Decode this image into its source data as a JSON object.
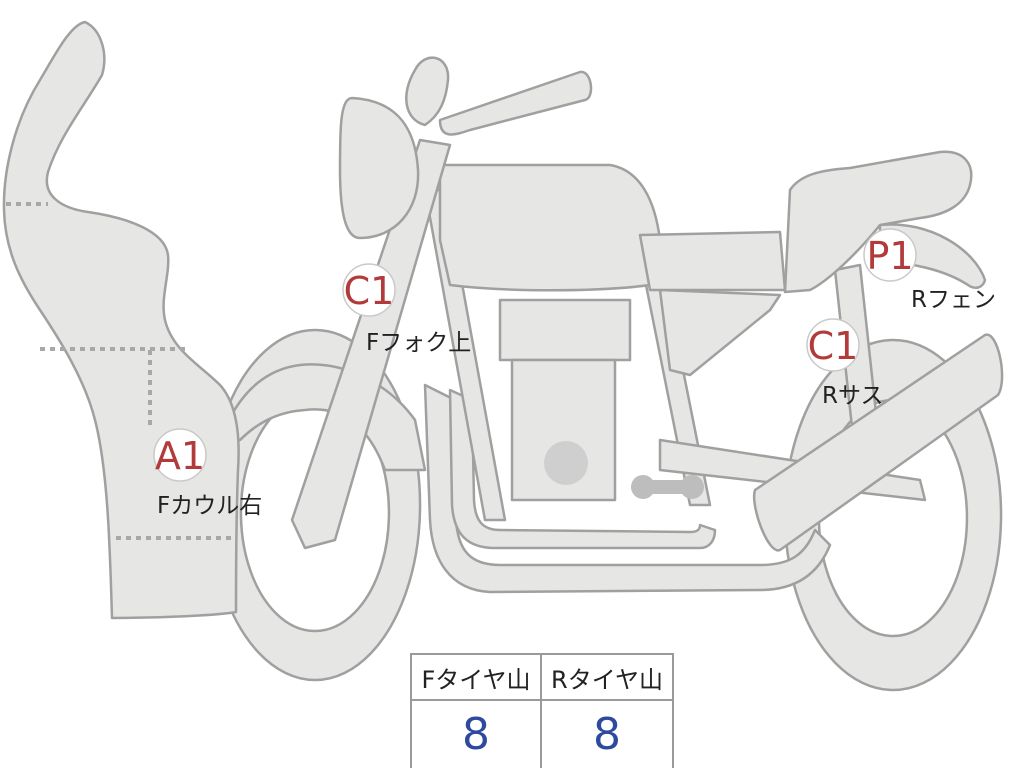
{
  "markers": [
    {
      "id": "front-cowl-right",
      "code": "A1",
      "label": "Fカウル右"
    },
    {
      "id": "front-fork-upper",
      "code": "C1",
      "label": "Fフォク上"
    },
    {
      "id": "rear-suspension",
      "code": "C1",
      "label": "Rサス"
    },
    {
      "id": "rear-fender",
      "code": "P1",
      "label": "Rフェン"
    }
  ],
  "tires": {
    "front": {
      "header": "Fタイヤ山",
      "value": "8"
    },
    "rear": {
      "header": "Rタイヤ山",
      "value": "8"
    }
  },
  "colors": {
    "part_fill": "#e6e6e4",
    "part_stroke": "#9fa0a0",
    "marker_code": "#b23a3a",
    "tire_value": "#2e4a9e"
  }
}
